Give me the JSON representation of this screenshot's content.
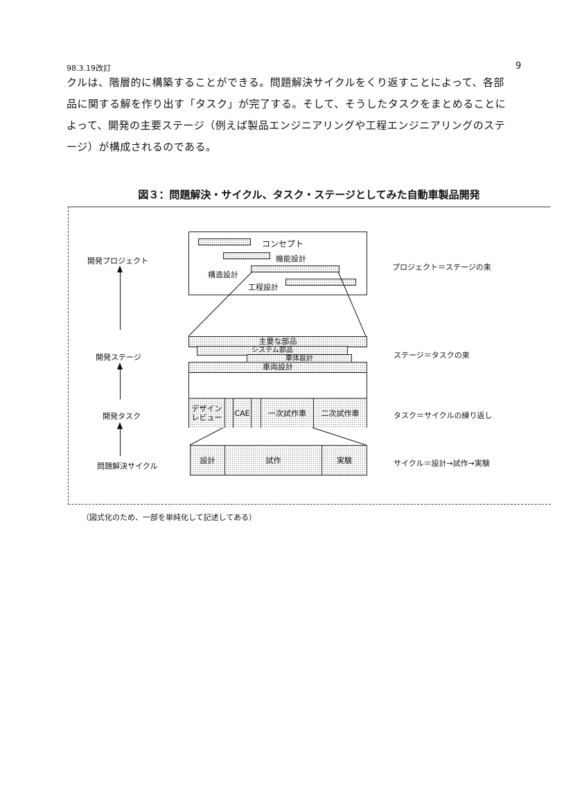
{
  "header": {
    "date": "98.3.19改訂",
    "page_number": "9"
  },
  "body_lines": [
    "クルは、階層的に構築することができる。問題解決サイクルをくり返すことによって、各部",
    "品に関する解を作り出す「タスク」が完了する。そして、そうしたタスクをまとめることに",
    "よって、開発の主要ステージ（例えば製品エンジニアリングや工程エンジニアリングのステ",
    "ージ）が構成されるのである。"
  ],
  "figure": {
    "title": "図３：問題解決・サイクル、タスク・ステージとしてみた自動車製品開発",
    "left_labels": [
      "開発プロジェクト",
      "開発ステージ",
      "開発タスク",
      "問題解決サイクル"
    ],
    "right_labels": [
      "プロジェクト＝ステージの束",
      "ステージ＝タスクの束",
      "タスク＝サイクルの繰り返し",
      "サイクル＝設計→試作→実験"
    ],
    "project_box": {
      "concept": "コンセプト",
      "function_design": "機能設計",
      "structure_design": "構造設計",
      "process_design": "工程設計"
    },
    "stage_layers": [
      "主要な部品",
      "システム部品",
      "車体設計",
      "車両設計"
    ],
    "task_cells": [
      "デザインレビュー",
      "CAE",
      "一次試作車",
      "二次試作車"
    ],
    "cycle_cells": [
      "設計",
      "試作",
      "実験"
    ]
  },
  "caption": "（図式化のため、一部を単純化して記述してある）"
}
